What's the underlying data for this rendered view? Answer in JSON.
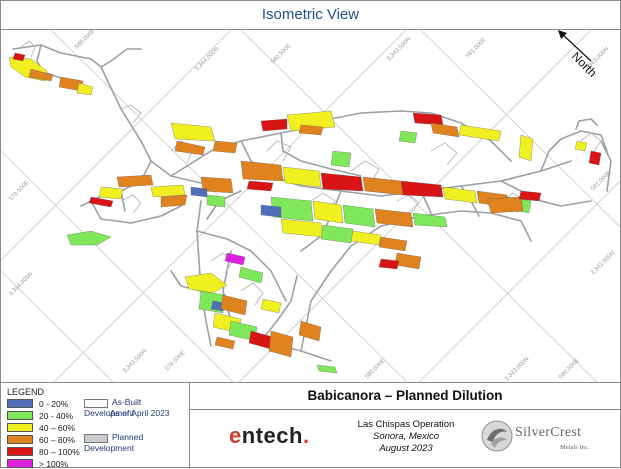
{
  "header": {
    "title": "Isometric View"
  },
  "map": {
    "north_label": "North",
    "grid_labels": {
      "e_580000_top": "580,000E",
      "n_3344000_top": "3,344,000N",
      "e_580500_top": "580,500E",
      "n_3343500_top": "3,343,500N",
      "e_581000_top": "581,000E",
      "n_3343000_top": "3,343,000N",
      "e_579500_left": "579,500E",
      "n_3344000_left": "3,344,000N",
      "n_3342500_right": "3,342,500N",
      "e_581000_right": "581,000E",
      "n_3343500_bottom": "3,343,500N",
      "e_579500_bottom": "579,500E",
      "e_580000_bottom": "580,000E",
      "n_3343000_bottom": "3,343,000N",
      "e_580500_bottom": "580,500E"
    },
    "colors": {
      "band_0_20": "#4f6fb8",
      "band_20_40": "#7ee85a",
      "band_40_60": "#f0f020",
      "band_60_80": "#e0821e",
      "band_80_100": "#d81414",
      "band_gt100": "#e020e0",
      "development": "#9aa0a6"
    }
  },
  "legend": {
    "title": "LEGEND",
    "items": [
      {
        "label": "0 - 20%",
        "color": "#4f6fb8"
      },
      {
        "label": "20 - 40%",
        "color": "#7ee85a"
      },
      {
        "label": "40 – 60%",
        "color": "#f0f020"
      },
      {
        "label": "60 – 80%",
        "color": "#e0821e"
      },
      {
        "label": "80 – 100%",
        "color": "#d81414"
      },
      {
        "label": "> 100%",
        "color": "#e020e0"
      }
    ],
    "as_built_line1": "As-Built Development",
    "as_built_line2": "As of April 2023",
    "planned": "Planned Development"
  },
  "footer": {
    "sheet_title": "Babicanora – Planned Dilution",
    "consultant": "entech.",
    "project_name": "Las Chispas Operation",
    "location": "Sonora, Mexico",
    "date": "August 2023",
    "company_name": "SilverCrest",
    "company_sub": "Metals Inc."
  }
}
